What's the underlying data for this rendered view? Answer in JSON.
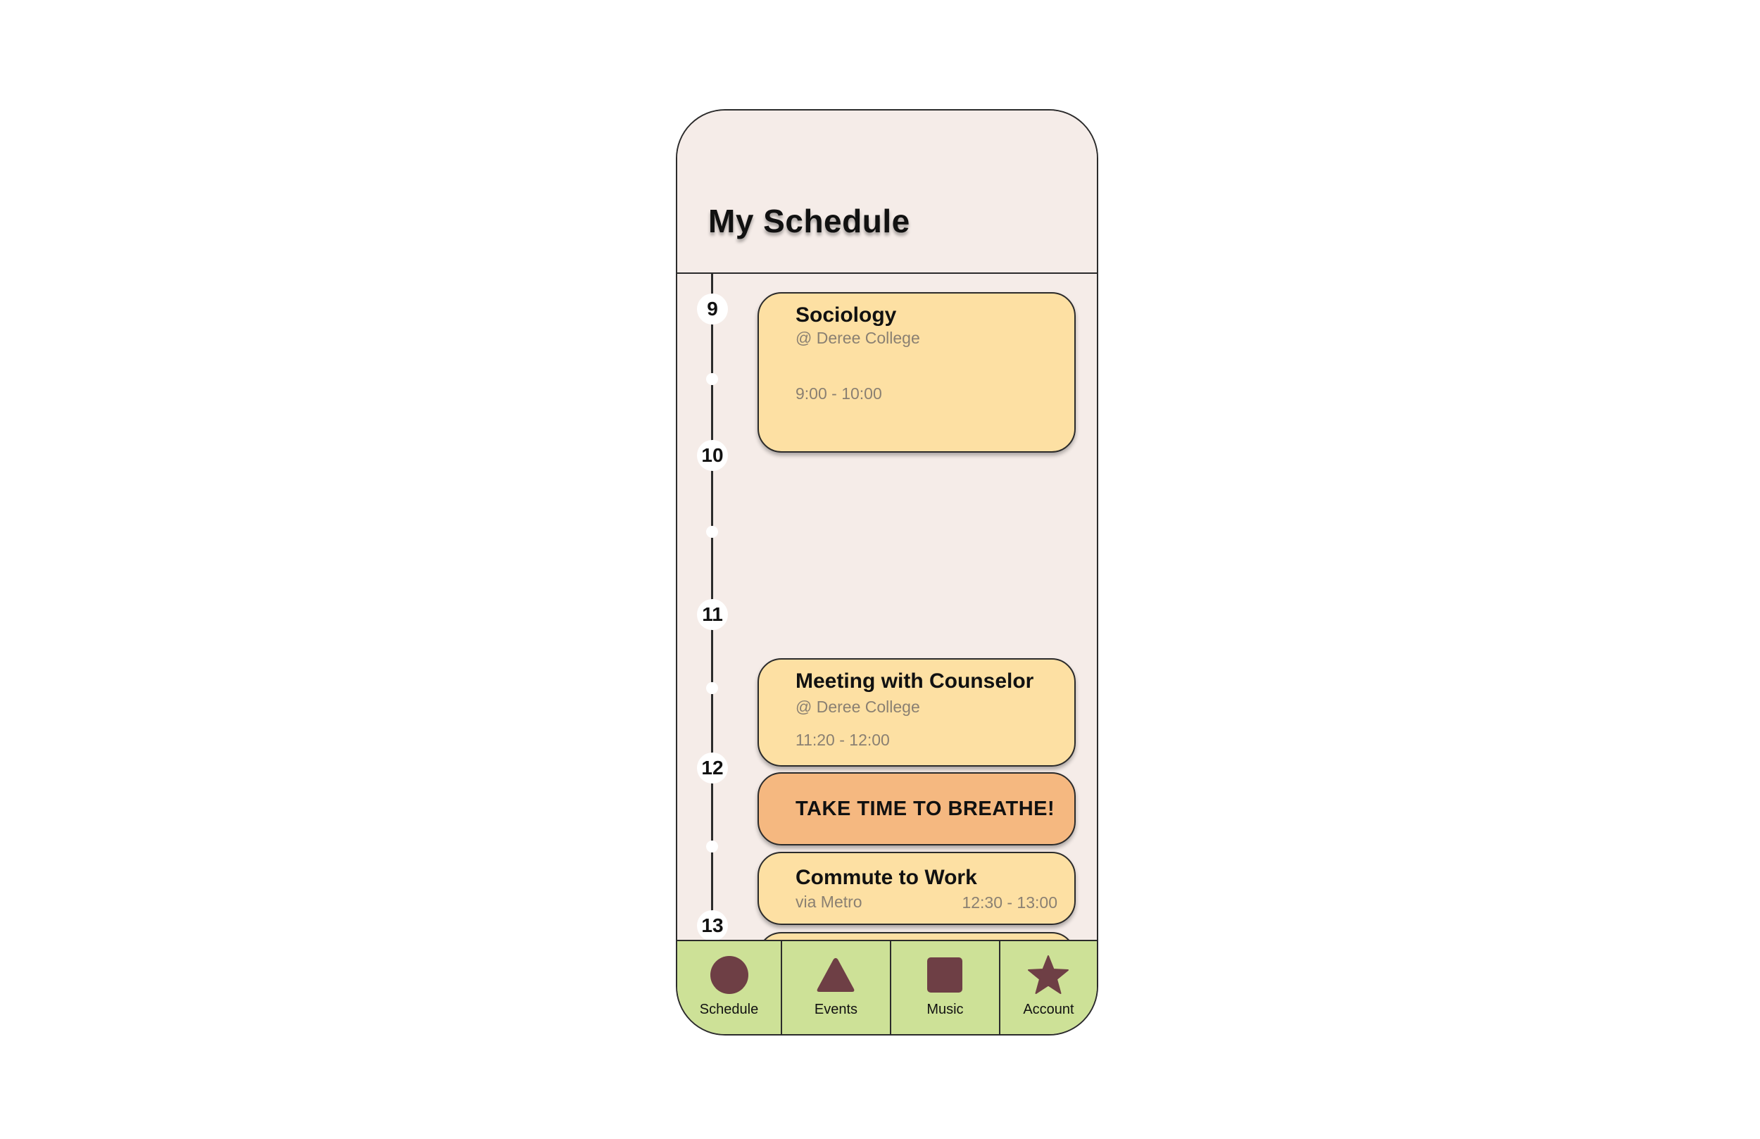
{
  "header": {
    "title": "My Schedule"
  },
  "timeline": {
    "hours": [
      "9",
      "10",
      "11",
      "12",
      "13"
    ]
  },
  "events": [
    {
      "title": "Sociology",
      "location": "@ Deree College",
      "time": "9:00 - 10:00"
    },
    {
      "title": "Meeting with Counselor",
      "location": "@ Deree College",
      "time": "11:20 - 12:00"
    },
    {
      "title": "TAKE TIME TO BREATHE!"
    },
    {
      "title": "Commute to Work",
      "location": "via Metro",
      "time": "12:30 - 13:00"
    }
  ],
  "nav": {
    "items": [
      {
        "label": "Schedule",
        "icon": "circle-icon"
      },
      {
        "label": "Events",
        "icon": "triangle-icon"
      },
      {
        "label": "Music",
        "icon": "square-icon"
      },
      {
        "label": "Account",
        "icon": "star-icon"
      }
    ]
  },
  "colors": {
    "background": "#f5ece8",
    "event_card": "#fde0a3",
    "break_card": "#f5b880",
    "nav_bar": "#cde197",
    "icon": "#6e3f45"
  }
}
